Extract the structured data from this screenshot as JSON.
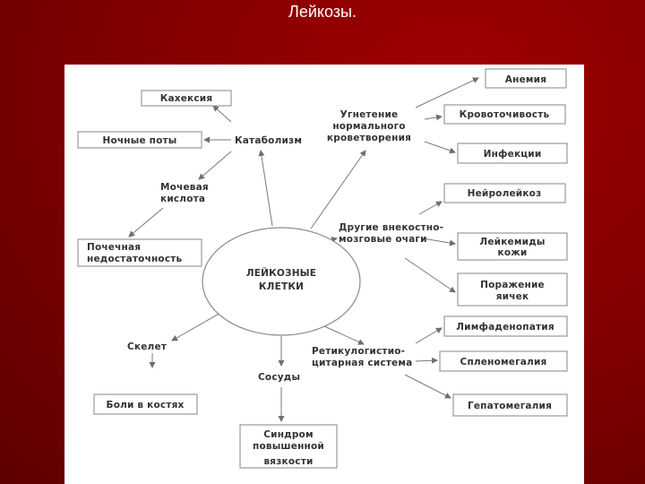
{
  "title": "Лейкозы.",
  "diagram": {
    "center": [
      "ЛЕЙКОЗНЫЕ",
      "КЛЕТКИ"
    ],
    "nodes": {
      "catabolism": "Катаболизм",
      "cachexia": "Кахексия",
      "night_sweats": "Ночные поты",
      "uric_acid": [
        "Мочевая",
        "кислота"
      ],
      "renal_failure": [
        "Почечная",
        "недостаточность"
      ],
      "hematopoiesis": [
        "Угнетение",
        "нормального",
        "кроветворения"
      ],
      "anemia": "Анемия",
      "bleeding": "Кровоточивость",
      "infections": "Инфекции",
      "extramedullary": [
        "Другие внекостно-",
        "мозговые очаги"
      ],
      "neuroleukemia": "Нейролейкоз",
      "leukemids": [
        "Лейкемиды",
        "кожи"
      ],
      "testes": [
        "Поражение",
        "яичек"
      ],
      "skeleton": "Скелет",
      "bone_pain": "Боли в костях",
      "vessels": "Сосуды",
      "hyperviscosity": [
        "Синдром",
        "повышенной",
        "вязкости"
      ],
      "rhs": [
        "Ретикулогистио-",
        "цитарная система"
      ],
      "lymphadenopathy": "Лимфаденопатия",
      "splenomegaly": "Спленомегалия",
      "hepatomegaly": "Гепатомегалия"
    }
  }
}
